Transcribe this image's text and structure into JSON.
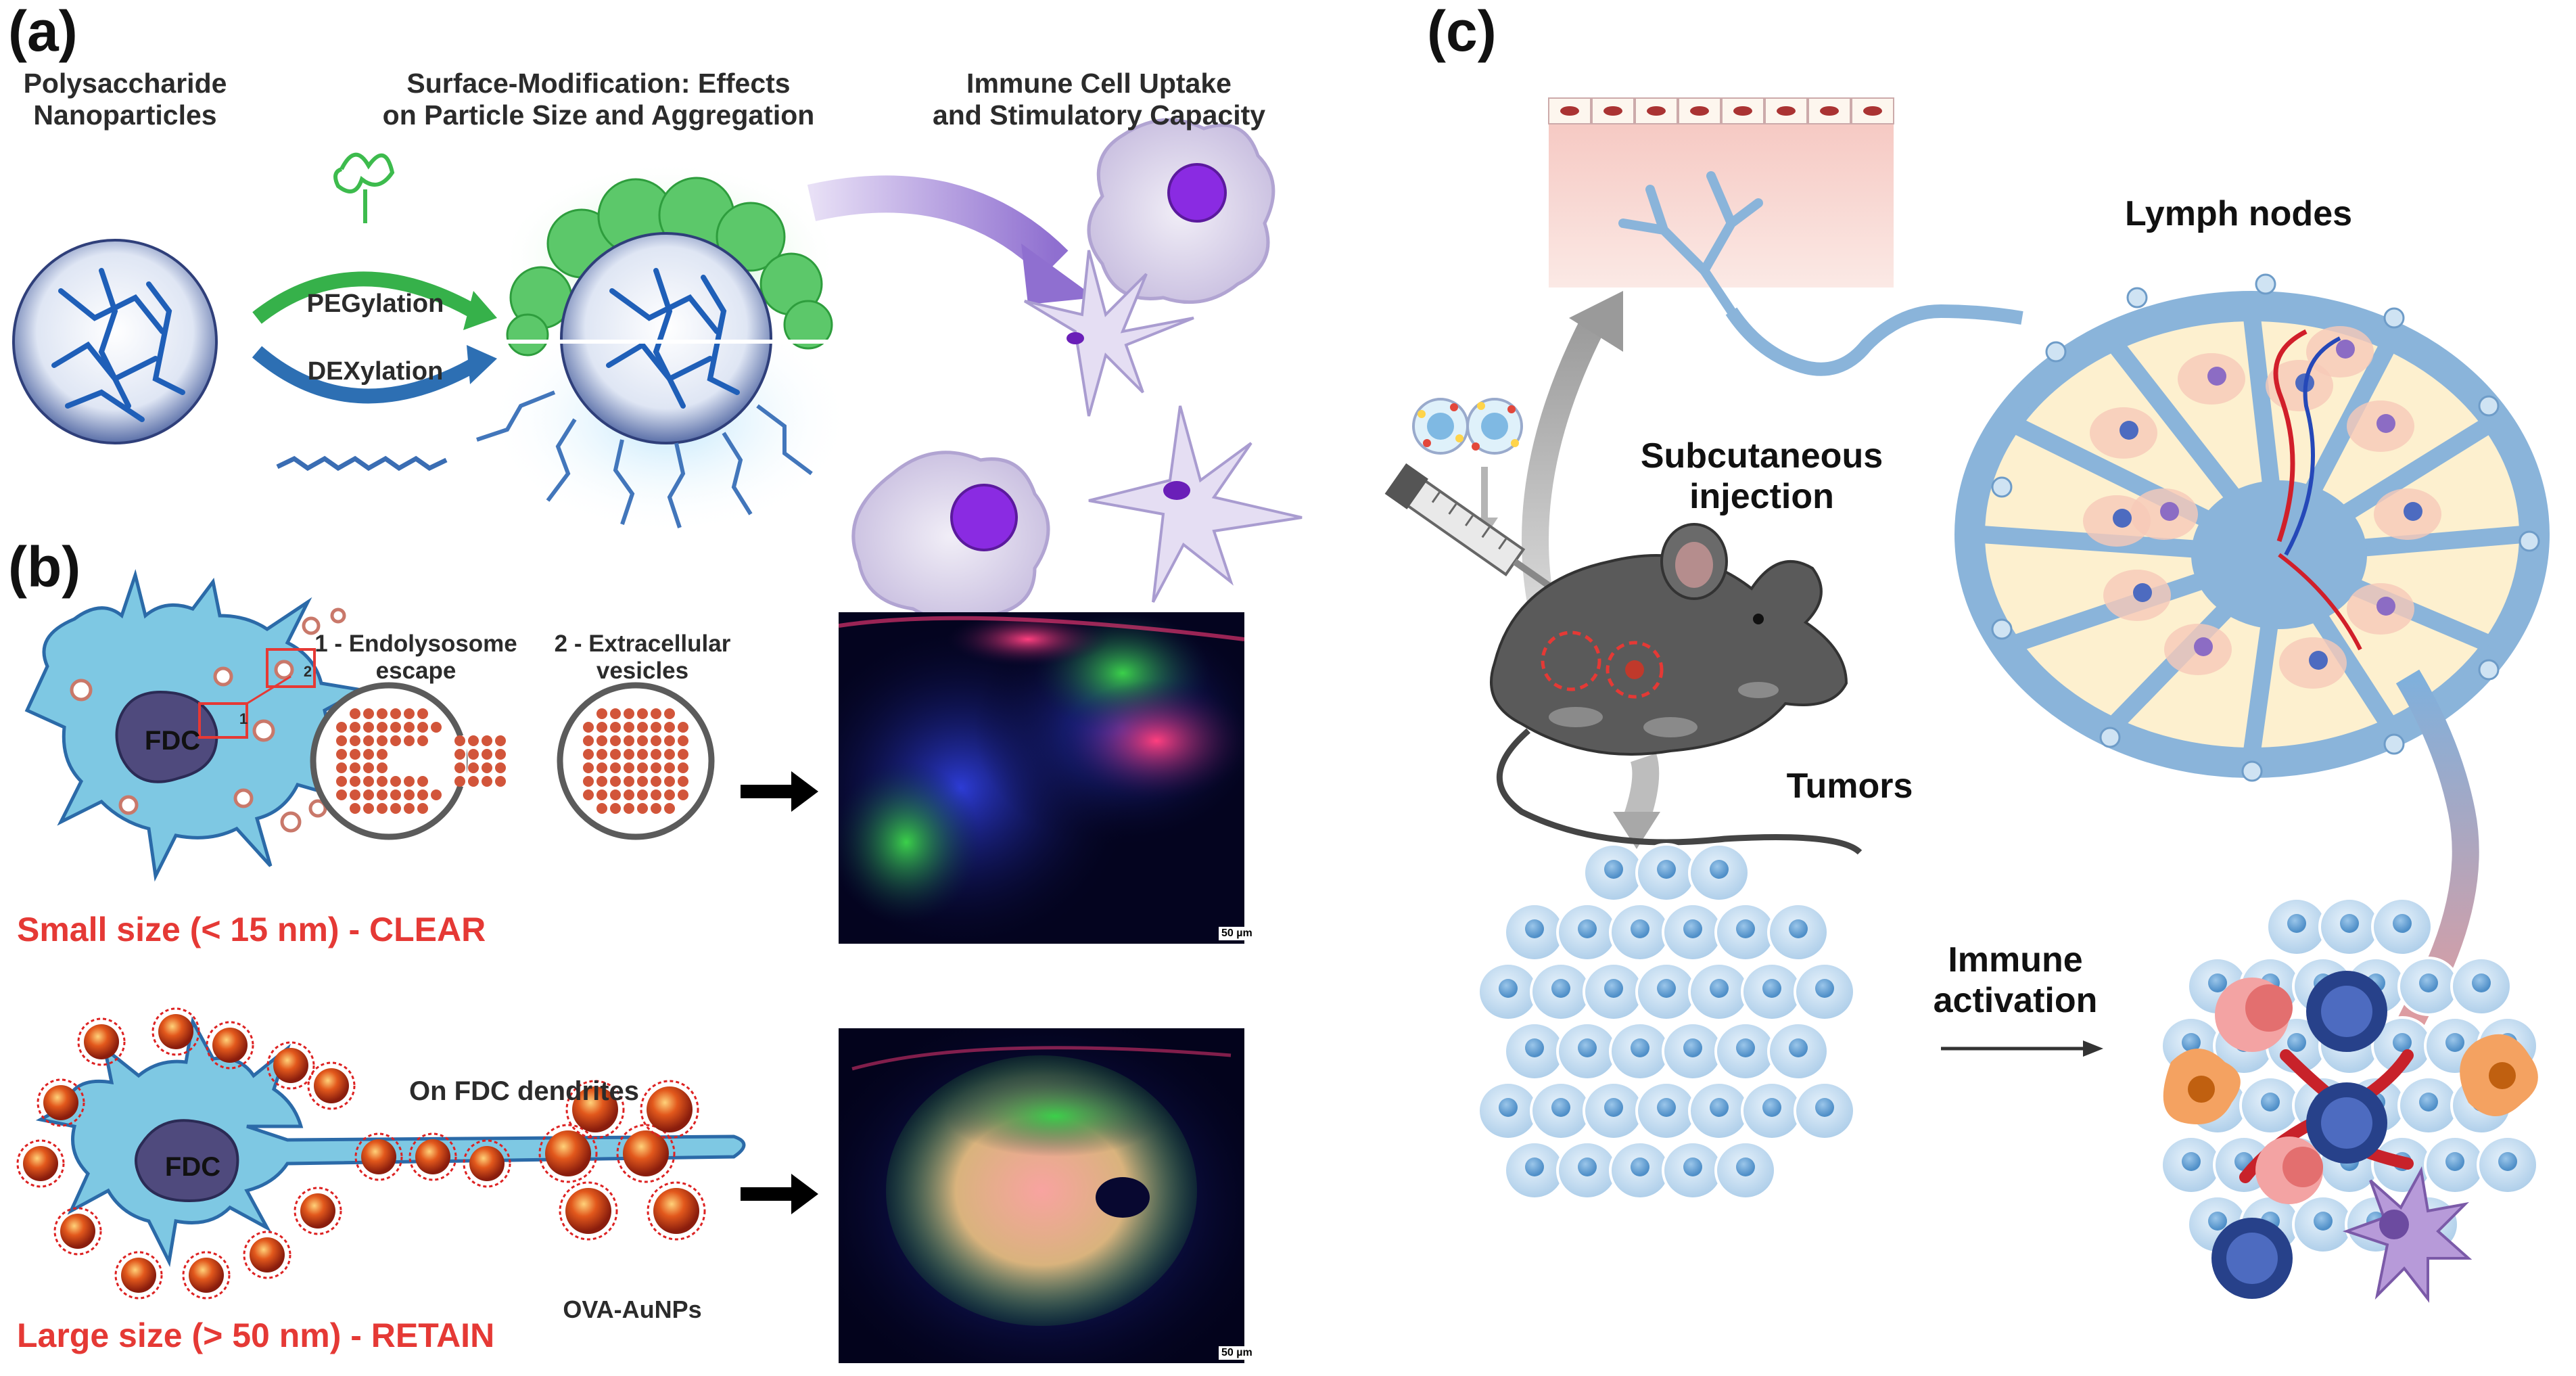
{
  "panel_a": {
    "tag": "(a)",
    "col1_title": [
      "Polysaccharide",
      "Nanoparticles"
    ],
    "col2_title": [
      "Surface-Modification: Effects",
      "on Particle Size and Aggregation"
    ],
    "col3_title": [
      "Immune Cell Uptake",
      "and Stimulatory Capacity"
    ],
    "arrow_top": "PEGylation",
    "arrow_bottom": "DEXylation"
  },
  "panel_b": {
    "tag": "(b)",
    "label_1": [
      "1 - Endolysosome",
      "escape"
    ],
    "label_2": [
      "2 - Extracellular",
      "vesicles"
    ],
    "fdc": "FDC",
    "box_1": "1",
    "box_2": "2",
    "small_caption": "Small size (< 15 nm) - CLEAR",
    "on_dendrites": "On FDC dendrites",
    "ova": "OVA-AuNPs",
    "large_caption": "Large size (> 50 nm) - RETAIN",
    "scale_bar": "50 µm"
  },
  "panel_c": {
    "tag": "(c)",
    "lymph": "Lymph nodes",
    "injection": [
      "Subcutaneous",
      "injection"
    ],
    "tumors": "Tumors",
    "activation": [
      "Immune",
      "activation"
    ]
  },
  "colors": {
    "caption_red": "#e53935",
    "cell_blue": "#7ec8e3",
    "nanoparticle_blue": "#3d6fb5",
    "peg_green": "#47c25a",
    "macrophage_purple": "#8a2be2",
    "tumor_cell": "#b9d6ef"
  }
}
